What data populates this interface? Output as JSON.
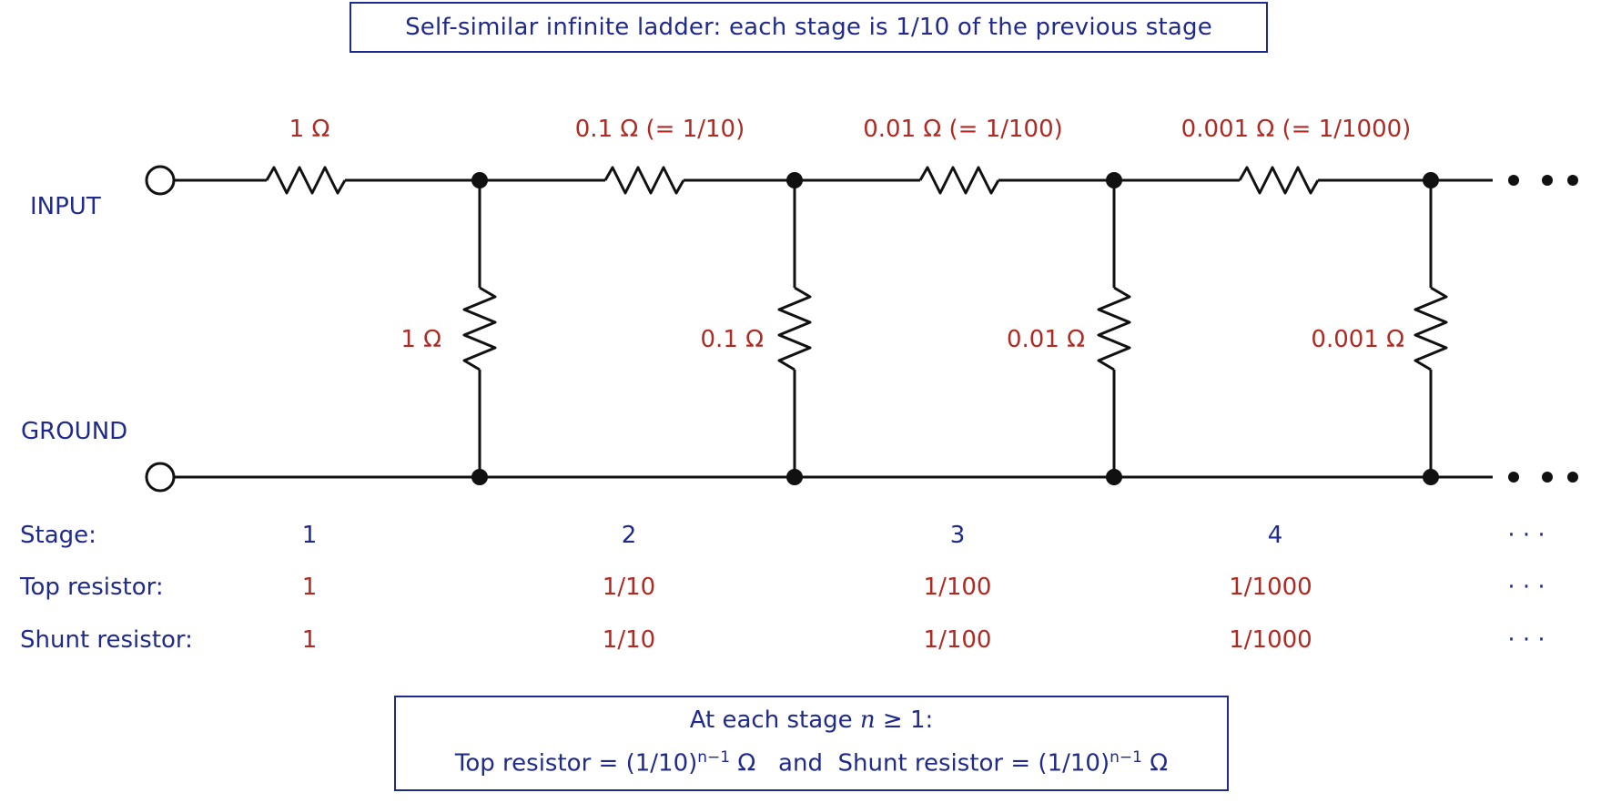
{
  "title": "Self-similar infinite ladder: each stage is 1/10 of the previous stage",
  "terminals": {
    "input": "INPUT",
    "ground": "GROUND"
  },
  "top_resistor_labels": [
    "1 Ω",
    "0.1 Ω (= 1/10)",
    "0.01 Ω (= 1/100)",
    "0.001 Ω (= 1/1000)"
  ],
  "shunt_resistor_labels": [
    "1 Ω",
    "0.1 Ω",
    "0.01 Ω",
    "0.001 Ω"
  ],
  "continuation": "• • •",
  "table": {
    "rows": [
      {
        "label": "Stage:",
        "values": [
          "1",
          "2",
          "3",
          "4"
        ],
        "tail": "· · ·"
      },
      {
        "label": "Top resistor:",
        "values": [
          "1",
          "1/10",
          "1/100",
          "1/1000"
        ],
        "tail": "· · ·"
      },
      {
        "label": "Shunt resistor:",
        "values": [
          "1",
          "1/10",
          "1/100",
          "1/1000"
        ],
        "tail": "· · ·"
      }
    ]
  },
  "formula": {
    "line1_prefix": "At each stage ",
    "line1_var": "n",
    "line1_suffix": " ≥ 1:",
    "top_prefix": "Top resistor = (1/10)",
    "exponent": "n−1",
    "top_unit": " Ω",
    "joiner": "and",
    "shunt_prefix": "Shunt resistor = (1/10)",
    "shunt_unit": " Ω"
  },
  "colors": {
    "blue": "#1f2a8c",
    "red": "#b02a24",
    "wire": "#111111"
  }
}
